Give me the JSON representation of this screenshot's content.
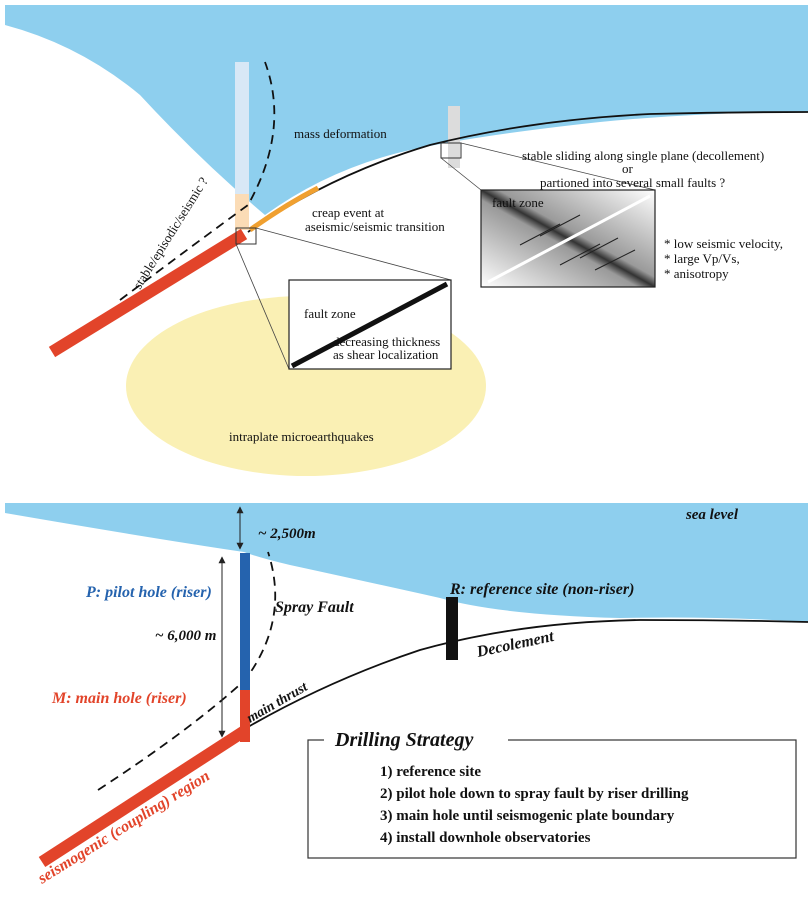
{
  "top_panel": {
    "mass_deformation": "mass deformation",
    "stable_episodic": "stable/episodic/seismic ?",
    "stable_sliding_line1": "stable sliding along single plane (decollement)",
    "stable_sliding_line2": "or",
    "stable_sliding_line3": "partioned into several small faults ?",
    "creep_line1": "creap event at",
    "creep_line2": "aseismic/seismic transition",
    "fault_zone_left": "fault zone",
    "decreasing_line1": "decreasing thickness",
    "decreasing_line2": "as shear localization",
    "fault_zone_right": "fault zone",
    "notes": [
      "* low seismic velocity,",
      "* large Vp/Vs,",
      "* anisotropy"
    ],
    "microearthquakes": "intraplate microearthquakes"
  },
  "bottom_panel": {
    "sea_level": "sea level",
    "depth_water": "~ 2,500m",
    "depth_hole": "~ 6,000 m",
    "pilot_hole": "P: pilot hole (riser)",
    "main_hole": "M: main hole (riser)",
    "spray_fault": "Spray Fault",
    "reference_site": "R: reference site (non-riser)",
    "decolement": "Decolement",
    "main_thrust": "main thrust",
    "seismogenic": "seismogenic (coupling) region",
    "strategy_title": "Drilling Strategy",
    "strategy_items": [
      "1) reference site",
      "2) pilot hole down to spray fault by riser drilling",
      "3) main hole until seismogenic plate boundary",
      "4) install downhole observatories"
    ]
  },
  "colors": {
    "sea": "#8ecfee",
    "ellipse": "#faf0b4",
    "red": "#e2442a",
    "blue": "#2563ae",
    "orange": "#f0a030"
  }
}
